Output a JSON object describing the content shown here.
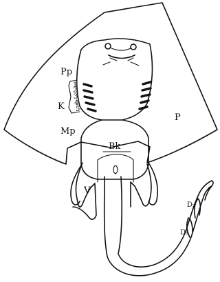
{
  "diagram": {
    "labels": {
      "pp": "Pp",
      "gill_numbers": [
        "1",
        "2",
        "3",
        "4",
        "5"
      ],
      "k": "K",
      "mp": "Mp",
      "p": "P",
      "bk": "Bk",
      "v": "V",
      "d1": "D₁",
      "d2": "D₂"
    }
  }
}
